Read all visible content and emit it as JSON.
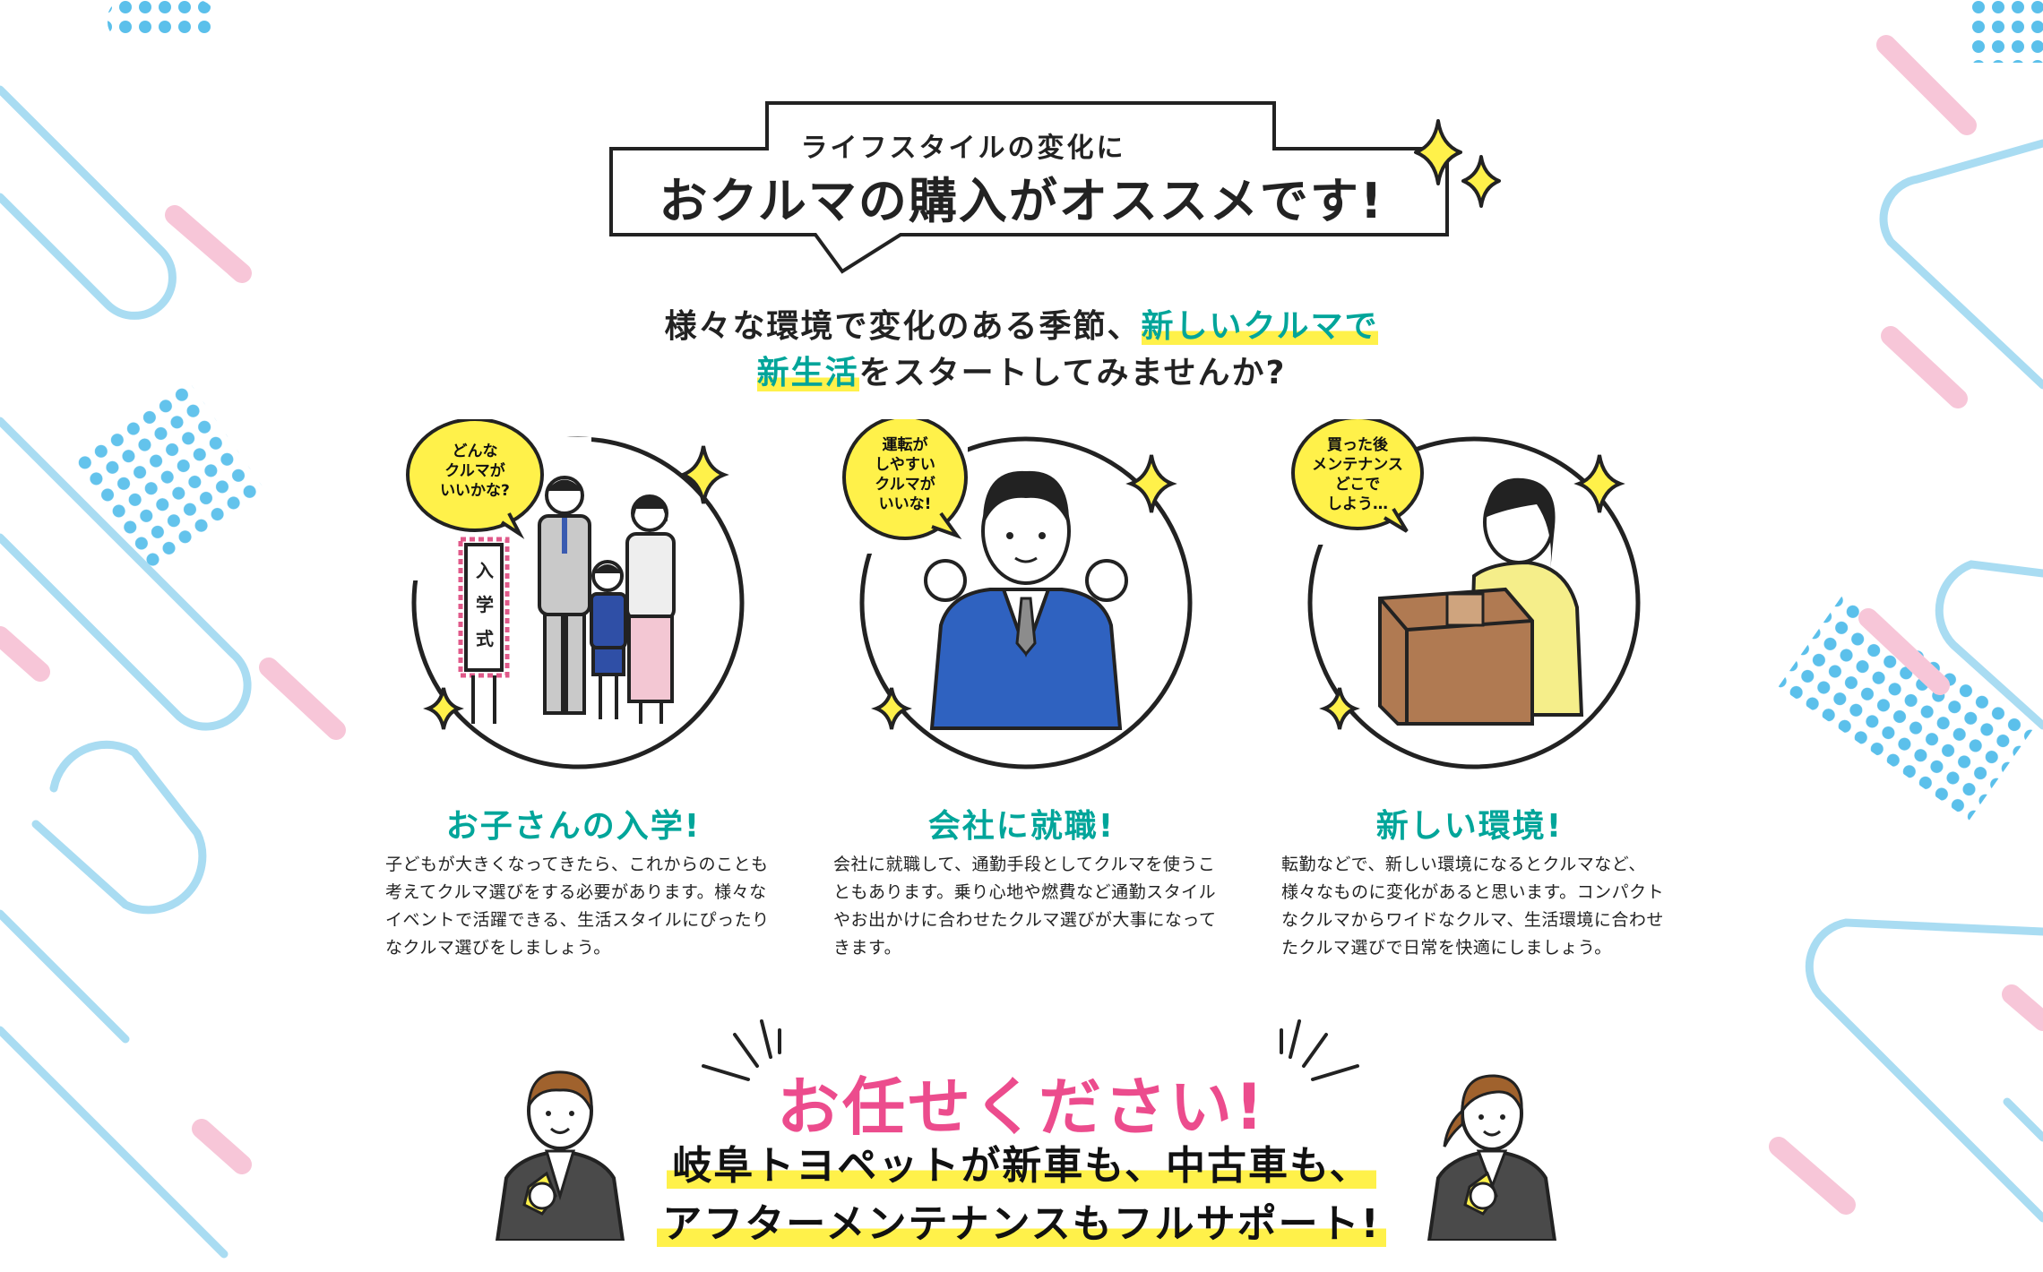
{
  "header": {
    "subtitle": "ライフスタイルの変化に",
    "title": "おクルマの購入がオススメです!"
  },
  "lead": {
    "line1_plain": "様々な環境で変化のある季節、",
    "line1_highlight": "新しいクルマで",
    "line2_highlight": "新生活",
    "line2_plain": "をスタートしてみませんか?"
  },
  "columns": [
    {
      "bubble_lines": [
        "どんな",
        "クルマが",
        "いいかな?"
      ],
      "sign_text": [
        "入",
        "学",
        "式"
      ],
      "title": "お子さんの入学!",
      "text": "子どもが大きくなってきたら、これからのことも考えてクルマ選びをする必要があります。様々なイベントで活躍できる、生活スタイルにぴったりなクルマ選びをしましょう。"
    },
    {
      "bubble_lines": [
        "運転が",
        "しやすい",
        "クルマが",
        "いいな!"
      ],
      "title": "会社に就職!",
      "text": "会社に就職して、通勤手段としてクルマを使うこともあります。乗り心地や燃費など通勤スタイルやお出かけに合わせたクルマ選びが大事になってきます。"
    },
    {
      "bubble_lines": [
        "買った後",
        "メンテナンス",
        "どこで",
        "しよう…"
      ],
      "title": "新しい環境!",
      "text": "転勤などで、新しい環境になるとクルマなど、様々なものに変化があると思います。コンパクトなクルマからワイドなクルマ、生活環境に合わせたクルマ選びで日常を快適にしましょう。"
    }
  ],
  "cta": {
    "headline": "お任せください!",
    "line1": "岐阜トヨペットが新車も、中古車も、",
    "line2": "アフターメンテナンスもフルサポート!"
  },
  "colors": {
    "teal": "#00a59a",
    "pink": "#ec4c8d",
    "yellow": "#fff14a",
    "blue_dots": "#5bc0eb",
    "light_blue_stroke": "#a9dcf2",
    "light_pink_stroke": "#f7c6d8"
  },
  "icons": [
    "sparkle-icon",
    "speech-bubble-icon",
    "family-illustration",
    "businessman-illustration",
    "woman-with-box-illustration",
    "staff-man-illustration",
    "staff-woman-illustration"
  ]
}
